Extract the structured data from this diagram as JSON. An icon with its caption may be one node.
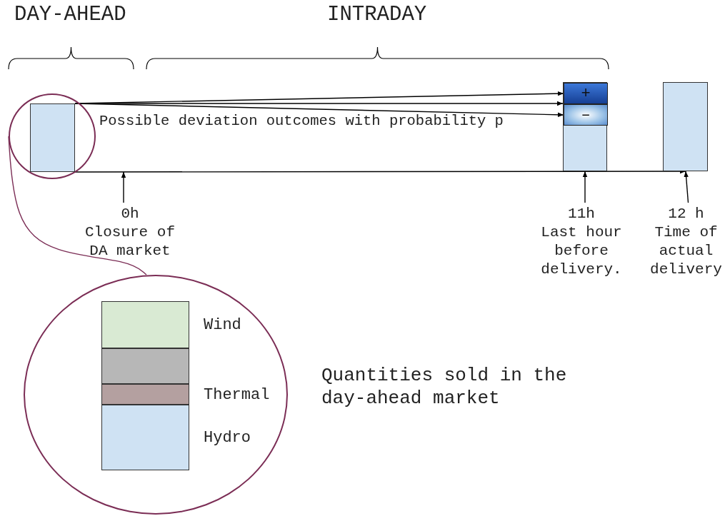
{
  "diagram": {
    "nodes": [
      {
        "text": [],
        "shape": "circle"
      },
      {
        "text": [],
        "shape": "box",
        "in": 0
      },
      {
        "text": [],
        "shape": "box"
      },
      {
        "text": [
          "+"
        ],
        "in": 2
      },
      {
        "text": [
          "–"
        ],
        "in": 2
      },
      {
        "text": [],
        "shape": "box"
      },
      {
        "text": [
          "0h",
          "Closure of DA market"
        ]
      },
      {
        "text": [
          "11h",
          "Last hour before delivery."
        ]
      },
      {
        "text": [
          "12 h",
          "Time of actual delivery"
        ]
      },
      {
        "text": [],
        "shape": "circle"
      },
      {
        "text": [],
        "shape": "bar",
        "in": 9,
        "beside": [
          "Wind"
        ]
      },
      {
        "text": [],
        "shape": "bar",
        "in": 9
      },
      {
        "text": [],
        "shape": "bar",
        "in": 9,
        "beside": [
          "Thermal"
        ]
      },
      {
        "text": [],
        "shape": "bar",
        "in": 9,
        "beside": [
          "Hydro"
        ]
      }
    ],
    "edges": [
      {
        "from": 1,
        "to": 3,
        "arrow": "to"
      },
      {
        "from": 1,
        "to": 2,
        "arrow": "to"
      },
      {
        "from": 1,
        "to": 4,
        "arrow": "to"
      },
      {
        "from": 1,
        "to": 5,
        "arrow": "to"
      },
      {
        "from": 6,
        "to": null,
        "arrow": "to"
      },
      {
        "from": 7,
        "to": 2,
        "arrow": "to"
      },
      {
        "from": 8,
        "to": 5,
        "arrow": "to"
      },
      {
        "from": 0,
        "to": 9,
        "arrow": "none",
        "color": "#7b2d55"
      }
    ],
    "labels": [
      "DAY-AHEAD",
      "INTRADAY",
      "Possible deviation outcomes with probability p",
      "Quantities sold in the day-ahead market"
    ]
  }
}
